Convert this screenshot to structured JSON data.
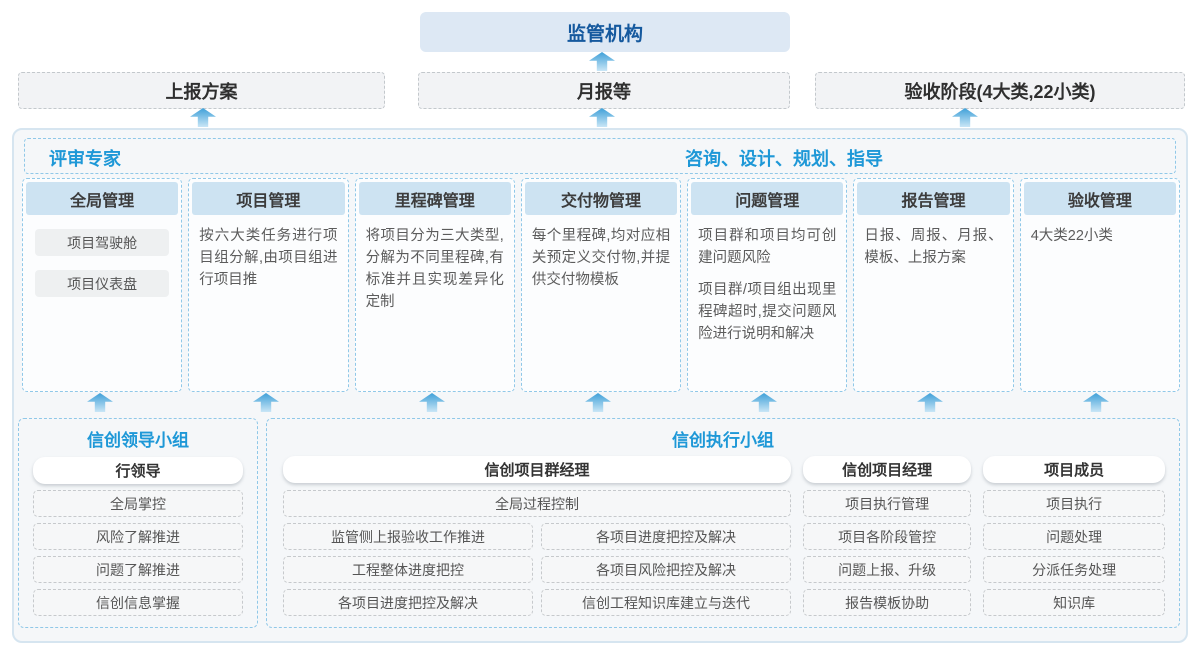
{
  "top": {
    "regulator": "监管机构"
  },
  "stages": [
    {
      "label": "上报方案"
    },
    {
      "label": "月报等"
    },
    {
      "label": "验收阶段(4大类,22小类)"
    }
  ],
  "platform": {
    "left_header": "评审专家",
    "right_header": "咨询、设计、规划、指导",
    "columns": [
      {
        "title": "全局管理",
        "pills": [
          "项目驾驶舱",
          "项目仪表盘"
        ]
      },
      {
        "title": "项目管理",
        "paragraphs": [
          "按六大类任务进行项目组分解,由项目组进行项目推"
        ]
      },
      {
        "title": "里程碑管理",
        "paragraphs": [
          "将项目分为三大类型,分解为不同里程碑,有标准并且实现差异化定制"
        ]
      },
      {
        "title": "交付物管理",
        "paragraphs": [
          "每个里程碑,均对应相关预定义交付物,并提供交付物模板"
        ]
      },
      {
        "title": "问题管理",
        "paragraphs": [
          "项目群和项目均可创建问题风险",
          "项目群/项目组出现里程碑超时,提交问题风险进行说明和解决"
        ]
      },
      {
        "title": "报告管理",
        "paragraphs": [
          "日报、周报、月报、模板、上报方案"
        ]
      },
      {
        "title": "验收管理",
        "paragraphs": [
          "4大类22小类"
        ]
      }
    ]
  },
  "groups": {
    "leader": {
      "title": "信创领导小组",
      "role": "行领导",
      "items": [
        "全局掌控",
        "风险了解推进",
        "问题了解推进",
        "信创信息掌握"
      ]
    },
    "executor": {
      "title": "信创执行小组",
      "pm_group": {
        "role": "信创项目群经理",
        "full_item": "全局过程控制",
        "left_items": [
          "监管侧上报验收工作推进",
          "工程整体进度把控",
          "各项目进度把控及解决"
        ],
        "right_items": [
          "各项目进度把控及解决",
          "各项目风险把控及解决",
          "信创工程知识库建立与迭代"
        ]
      },
      "pm": {
        "role": "信创项目经理",
        "items": [
          "项目执行管理",
          "项目各阶段管控",
          "问题上报、升级",
          "报告模板协助"
        ]
      },
      "member": {
        "role": "项目成员",
        "items": [
          "项目执行",
          "问题处理",
          "分派任务处理",
          "知识库"
        ]
      }
    }
  },
  "colors": {
    "accent_blue": "#1e98d7",
    "regulator_bg": "#dde8f4",
    "regulator_text": "#15599e",
    "column_header_bg": "#cde3f2",
    "dashed_border_blue": "#90c8e8",
    "panel_bg": "#f5f7f9",
    "arrow_gradient_top": "#3fa0d8",
    "arrow_gradient_bottom": "#c9e6f6"
  }
}
